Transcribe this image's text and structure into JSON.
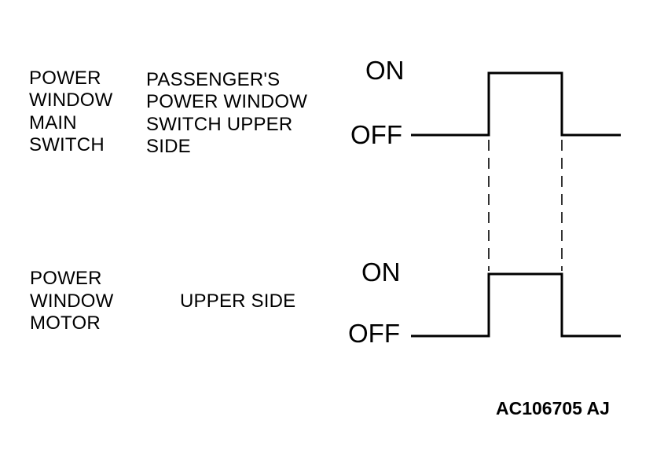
{
  "signals": [
    {
      "component_lines": [
        "POWER",
        "WINDOW",
        "MAIN",
        "SWITCH"
      ],
      "condition_lines": [
        "PASSENGER'S",
        "POWER WINDOW",
        "SWITCH UPPER",
        "SIDE"
      ],
      "on_label": "ON",
      "off_label": "OFF",
      "states": [
        "OFF",
        "ON",
        "OFF"
      ]
    },
    {
      "component_lines": [
        "POWER",
        "WINDOW",
        "MOTOR"
      ],
      "condition_lines": [
        "UPPER SIDE"
      ],
      "on_label": "ON",
      "off_label": "OFF",
      "states": [
        "OFF",
        "ON",
        "OFF"
      ]
    }
  ],
  "figure_code": "AC106705",
  "figure_suffix": "AJ",
  "colors": {
    "line": "#000000",
    "background": "#ffffff"
  }
}
